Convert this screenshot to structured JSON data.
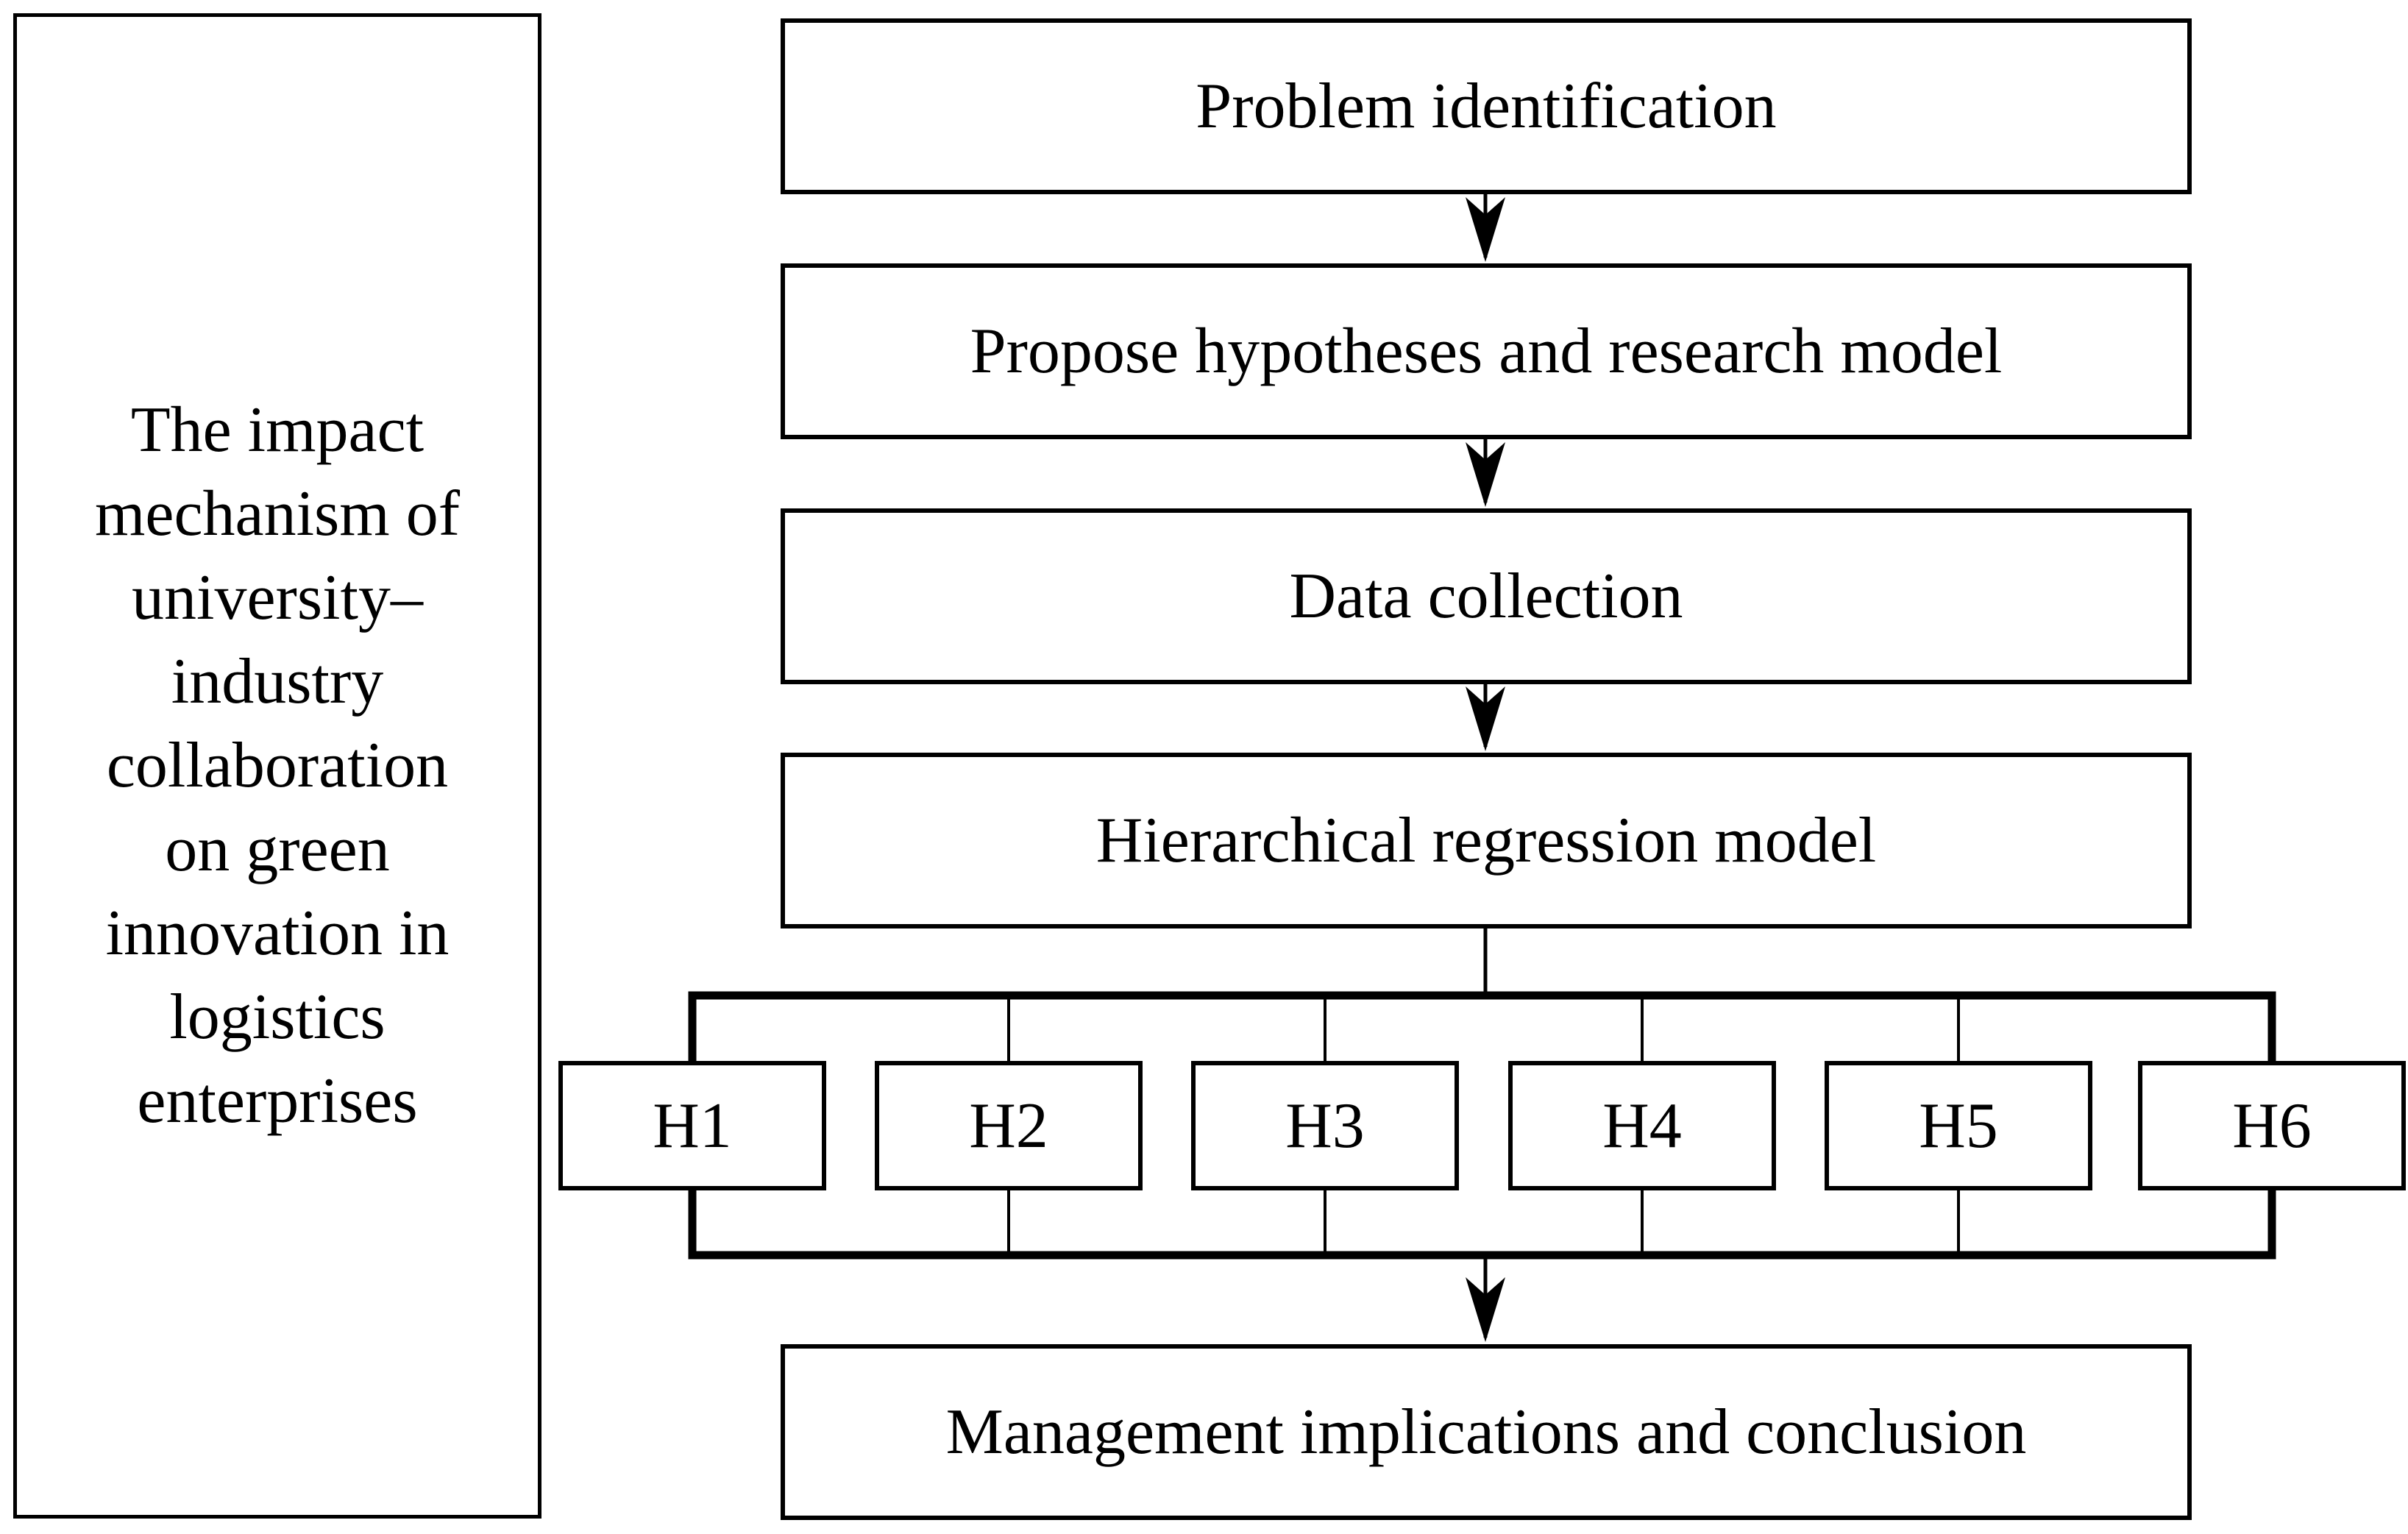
{
  "figure": {
    "background_color": "#ffffff",
    "line_color": "#000000",
    "text_color": "#000000"
  },
  "sidebar": {
    "title": "The impact\nmechanism of\nuniversity–\nindustry\ncollaboration\non green\ninnovation in\nlogistics\nenterprises"
  },
  "flow": {
    "steps": [
      {
        "label": "Problem identification"
      },
      {
        "label": "Propose hypotheses and research model"
      },
      {
        "label": "Data collection"
      },
      {
        "label": "Hierarchical regression model"
      },
      {
        "label": "Management implications and conclusion"
      }
    ],
    "hypotheses": [
      {
        "label": "H1"
      },
      {
        "label": "H2"
      },
      {
        "label": "H3"
      },
      {
        "label": "H4"
      },
      {
        "label": "H5"
      },
      {
        "label": "H6"
      }
    ]
  }
}
